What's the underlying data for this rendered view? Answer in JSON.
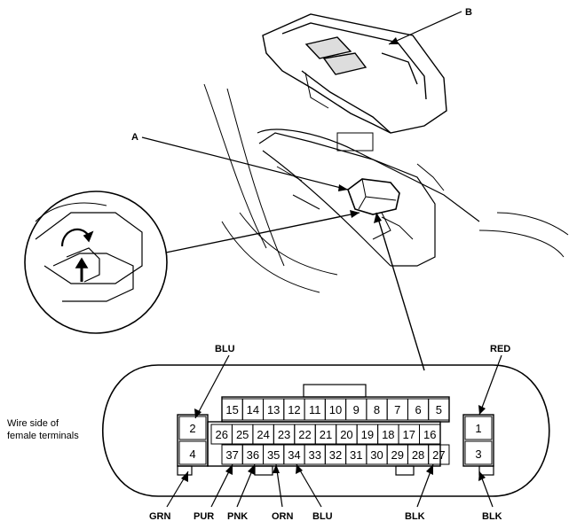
{
  "callouts": {
    "a": "A",
    "b": "B"
  },
  "connector": {
    "side_note_line1": "Wire side of",
    "side_note_line2": "female terminals",
    "top_row": [
      "15",
      "14",
      "13",
      "12",
      "11",
      "10",
      "9",
      "8",
      "7",
      "6",
      "5"
    ],
    "mid_row": [
      "26",
      "25",
      "24",
      "23",
      "22",
      "21",
      "20",
      "19",
      "18",
      "17",
      "16"
    ],
    "bot_row": [
      "37",
      "36",
      "35",
      "34",
      "33",
      "32",
      "31",
      "30",
      "29",
      "28",
      "27"
    ],
    "left_pins": [
      "2",
      "4"
    ],
    "right_pins": [
      "1",
      "3"
    ]
  },
  "wires": {
    "blu_top": "BLU",
    "red_top": "RED",
    "grn": "GRN",
    "pur": "PUR",
    "pnk": "PNK",
    "orn": "ORN",
    "blu_bottom": "BLU",
    "blk_mid": "BLK",
    "blk_right": "BLK"
  }
}
